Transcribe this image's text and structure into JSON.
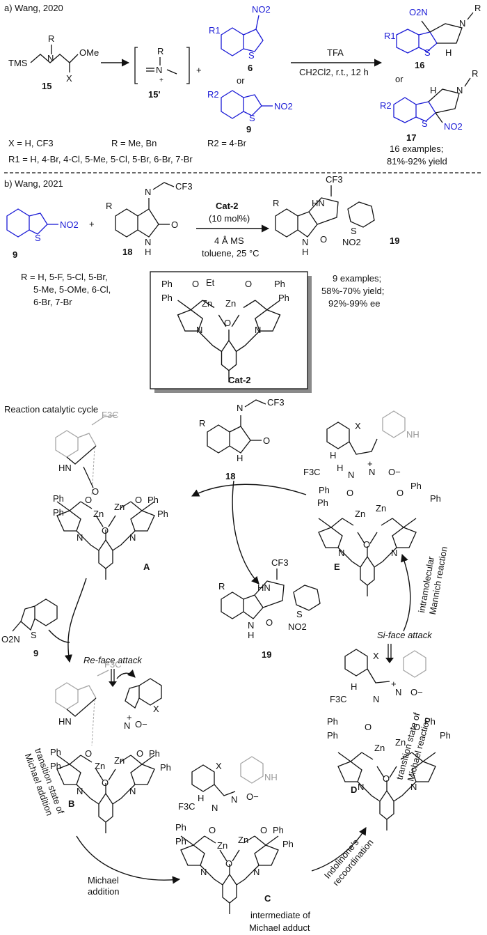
{
  "section_a": {
    "header": "a) Wang, 2020",
    "sm15": {
      "tms": "TMS",
      "n": "N",
      "r": "R",
      "ome": "OMe",
      "x": "X",
      "num": "15"
    },
    "int15p": {
      "r": "R",
      "n": "N",
      "plus": "+",
      "num": "15'"
    },
    "plus": "+",
    "or": "or",
    "cmp6": {
      "no2": "NO2",
      "r1": "R1",
      "s": "S",
      "num": "6"
    },
    "cmp9": {
      "no2": "NO2",
      "r2": "R2",
      "s": "S",
      "num": "9"
    },
    "conditions": {
      "top": "TFA",
      "bottom": "CH2Cl2, r.t., 12 h"
    },
    "prod16": {
      "no2": "O2N",
      "r1": "R1",
      "s": "S",
      "h": "H",
      "n": "N",
      "r": "R",
      "num": "16"
    },
    "prod17": {
      "h": "H",
      "r2": "R2",
      "s": "S",
      "n": "N",
      "r": "R",
      "no2": "NO2",
      "num": "17"
    },
    "sub_x": "X = H, CF3",
    "sub_r": "R = Me, Bn",
    "sub_r2": "R2 = 4-Br",
    "sub_r1": "R1 = H, 4-Br, 4-Cl, 5-Me, 5-Cl, 5-Br, 6-Br, 7-Br",
    "summary1": "16 examples;",
    "summary2": "81%-92% yield"
  },
  "section_b": {
    "header": "b) Wang, 2021",
    "cmp9": {
      "no2": "NO2",
      "s": "S",
      "num": "9"
    },
    "plus": "+",
    "cmp18": {
      "cf3": "CF3",
      "n": "N",
      "r": "R",
      "o": "O",
      "nh": "N",
      "h": "H",
      "num": "18"
    },
    "conditions": {
      "cat": "Cat-2",
      "loading": "(10 mol%)",
      "ms": "4 Å MS",
      "solvent": "toluene, 25 °C"
    },
    "prod19": {
      "r": "R",
      "cf3": "CF3",
      "hn": "HN",
      "s": "S",
      "no2": "NO2",
      "nh": "N",
      "h": "H",
      "o": "O",
      "num": "19"
    },
    "sub_r_lines": [
      "R = H, 5-F, 5-Cl, 5-Br,",
      "5-Me, 5-OMe, 6-Cl,",
      "6-Br, 7-Br"
    ],
    "summary": [
      "9 examples;",
      "58%-70% yield;",
      "92%-99% ee"
    ],
    "catalyst": {
      "label": "Cat-2",
      "ph": "Ph",
      "et": "Et",
      "zn": "Zn",
      "o": "O",
      "n": "N"
    }
  },
  "cycle": {
    "title": "Reaction catalytic cycle",
    "label_A": "A",
    "label_B": "B",
    "label_C": "C",
    "label_D": "D",
    "label_E": "E",
    "cmp18": {
      "r": "R",
      "n": "N",
      "cf3": "CF3",
      "o": "O",
      "h": "H",
      "num": "18"
    },
    "cmp9": {
      "o2n": "O2N",
      "s": "S",
      "num": "9"
    },
    "prod19": {
      "r": "R",
      "cf3": "CF3",
      "hn": "HN",
      "s": "S",
      "nh": "N",
      "h": "H",
      "o": "O",
      "no2": "NO2",
      "num": "19"
    },
    "re_face": "Re-face attack",
    "si_face": "Si-face attack",
    "michael_addition": [
      "Michael",
      "addition"
    ],
    "indolinone": [
      "Indolinone's",
      "recoordination"
    ],
    "ts_michael_addition": [
      "transition state of",
      "Michael addition"
    ],
    "ts_michael_reaction": [
      "transition state of",
      "Michael reaction"
    ],
    "intramolecular": [
      "intramolecular",
      "Mannich reaction"
    ],
    "intermediate": [
      "intermediate of",
      "Michael adduct"
    ],
    "atoms": {
      "ph": "Ph",
      "o": "O",
      "zn": "Zn",
      "n": "N",
      "hn": "HN",
      "f3c": "F3C",
      "cf3": "F3C",
      "h": "H",
      "x": "X",
      "nh": "NH",
      "plus": "+",
      "ominus": "O−"
    }
  },
  "colors": {
    "blue": "#1a1ad6",
    "gray": "#9a9a9a",
    "black": "#111111"
  }
}
